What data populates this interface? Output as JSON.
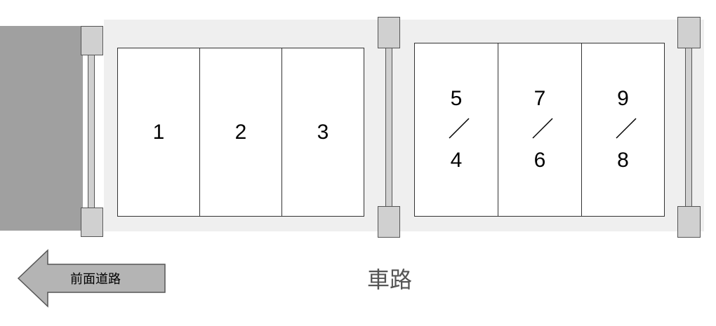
{
  "spaces": {
    "s1": "1",
    "s2": "2",
    "s3": "3",
    "s4_top": "5",
    "s4_bottom": "4",
    "s5_top": "7",
    "s5_bottom": "6",
    "s6_top": "9",
    "s6_bottom": "8"
  },
  "labels": {
    "road": "車路",
    "front_road": "前面道路"
  },
  "colors": {
    "building": "#a0a0a0",
    "pavement": "#efefef",
    "pillar": "#d0d0d0",
    "arrow": "#b4b4b4"
  }
}
